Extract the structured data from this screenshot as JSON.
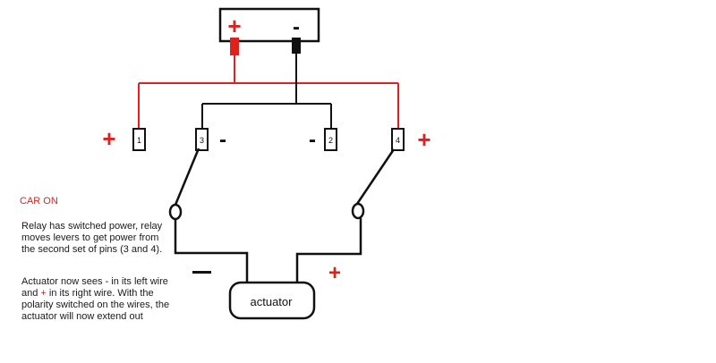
{
  "colors": {
    "positive": "#e0201c",
    "negative": "#111111",
    "text": "#1a1a1a"
  },
  "battery": {
    "plus": "+",
    "minus": "-"
  },
  "pins": [
    {
      "label": "1",
      "polarity": "+"
    },
    {
      "label": "3",
      "polarity": "-"
    },
    {
      "label": "2",
      "polarity": "-"
    },
    {
      "label": "4",
      "polarity": "+"
    }
  ],
  "actuator": {
    "label": "actuator",
    "left_wire_sign": "-",
    "right_wire_sign": "+"
  },
  "text": {
    "title": "CAR ON",
    "para1": "Relay has switched power, relay moves levers to get power from the second set of pins (3 and 4).",
    "para2_a": "Actuator now sees ",
    "para2_minus": "-",
    "para2_b": " in its left wire and ",
    "para2_plus": "+",
    "para2_c": " in its right wire. With the polarity switched on the wires, the actuator  will now extend out"
  }
}
